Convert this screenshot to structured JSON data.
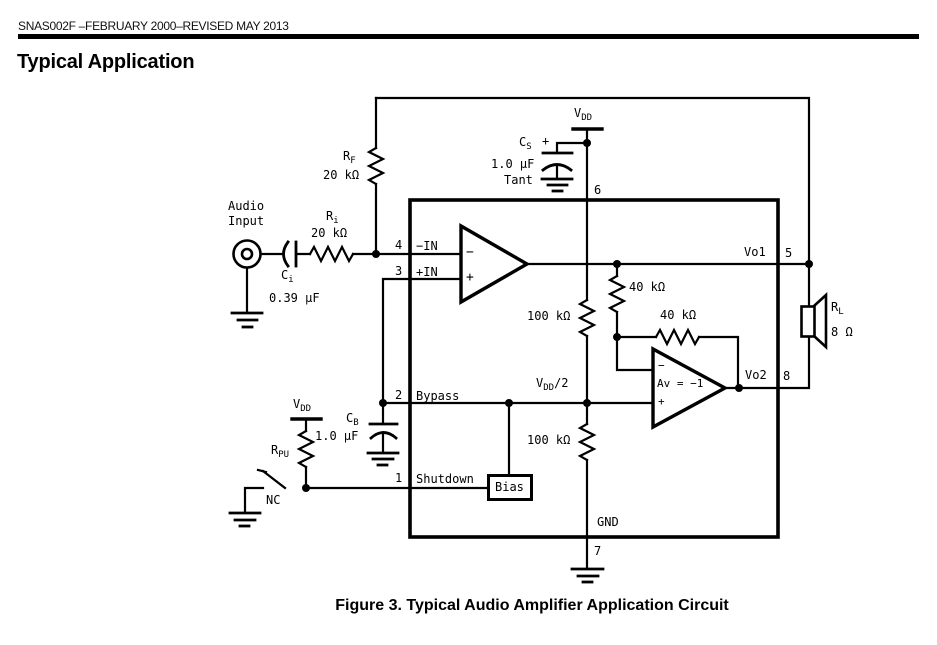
{
  "page": {
    "doc_header": "SNAS002F –FEBRUARY 2000–REVISED MAY 2013",
    "section_title": "Typical Application",
    "figure_caption": "Figure 3.  Typical Audio Amplifier Application Circuit"
  },
  "colors": {
    "ink": "#000000",
    "paper": "#ffffff"
  },
  "labels": {
    "audio1": "Audio",
    "audio2": "Input",
    "rf": {
      "base": "R",
      "sub": "F",
      "value": "20 kΩ"
    },
    "ri": {
      "base": "R",
      "sub": "i",
      "value": "20 kΩ"
    },
    "ci": {
      "base": "C",
      "sub": "i",
      "value": "0.39 μF"
    },
    "cs": {
      "base": "C",
      "sub": "S",
      "plus": "+",
      "value": "1.0 μF",
      "type": "Tant"
    },
    "cb": {
      "base": "C",
      "sub": "B",
      "value": "1.0 μF"
    },
    "rpu": {
      "base": "R",
      "sub": "PU"
    },
    "rl": {
      "base": "R",
      "sub": "L",
      "value": "8 Ω"
    },
    "vdd_supply": {
      "base": "V",
      "sub": "DD"
    },
    "vdd_switch": {
      "base": "V",
      "sub": "DD"
    },
    "vdd_half": {
      "base": "V",
      "sub": "DD",
      "suffix": "/2"
    },
    "r40k_vertical": "40 kΩ",
    "r40k_feedback": "40 kΩ",
    "r100k_upper": "100 kΩ",
    "r100k_lower": "100 kΩ",
    "nc": "NC",
    "bias": "Bias",
    "gnd": "GND",
    "vo1": "Vo1",
    "vo2": "Vo2",
    "av": "Av = −1",
    "amp1_minus": "−",
    "amp1_plus": "+",
    "amp2_minus": "−",
    "amp2_plus": "+",
    "pin1": {
      "num": "1",
      "name": "Shutdown"
    },
    "pin2": {
      "num": "2",
      "name": "Bypass"
    },
    "pin3": {
      "num": "3",
      "name": "+IN"
    },
    "pin4": {
      "num": "4",
      "name": "−IN"
    },
    "pin5": "5",
    "pin6": "6",
    "pin7": "7",
    "pin8": "8"
  }
}
